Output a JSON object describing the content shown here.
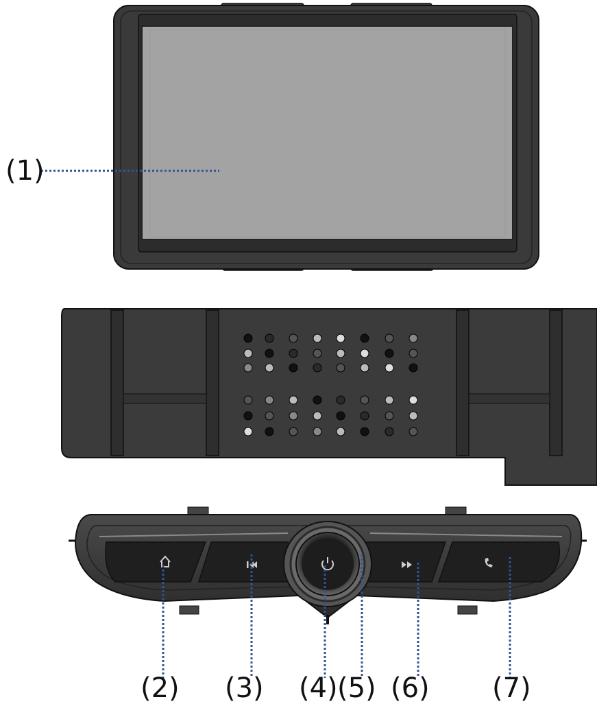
{
  "labels": {
    "screen": "(1)",
    "home": "(2)",
    "previous": "(3)",
    "power_knob": "(4)",
    "knob_ring": "(5)",
    "next": "(6)",
    "phone": "(7)"
  },
  "icons": {
    "home": "home-icon",
    "previous": "skip-back-icon",
    "power": "power-icon",
    "next": "fast-forward-icon",
    "phone": "phone-icon"
  },
  "colors": {
    "leader": "#2f5597",
    "bezel": "#3a3a3a",
    "screen": "#a3a3a3",
    "panel": "#3b3b3b"
  }
}
